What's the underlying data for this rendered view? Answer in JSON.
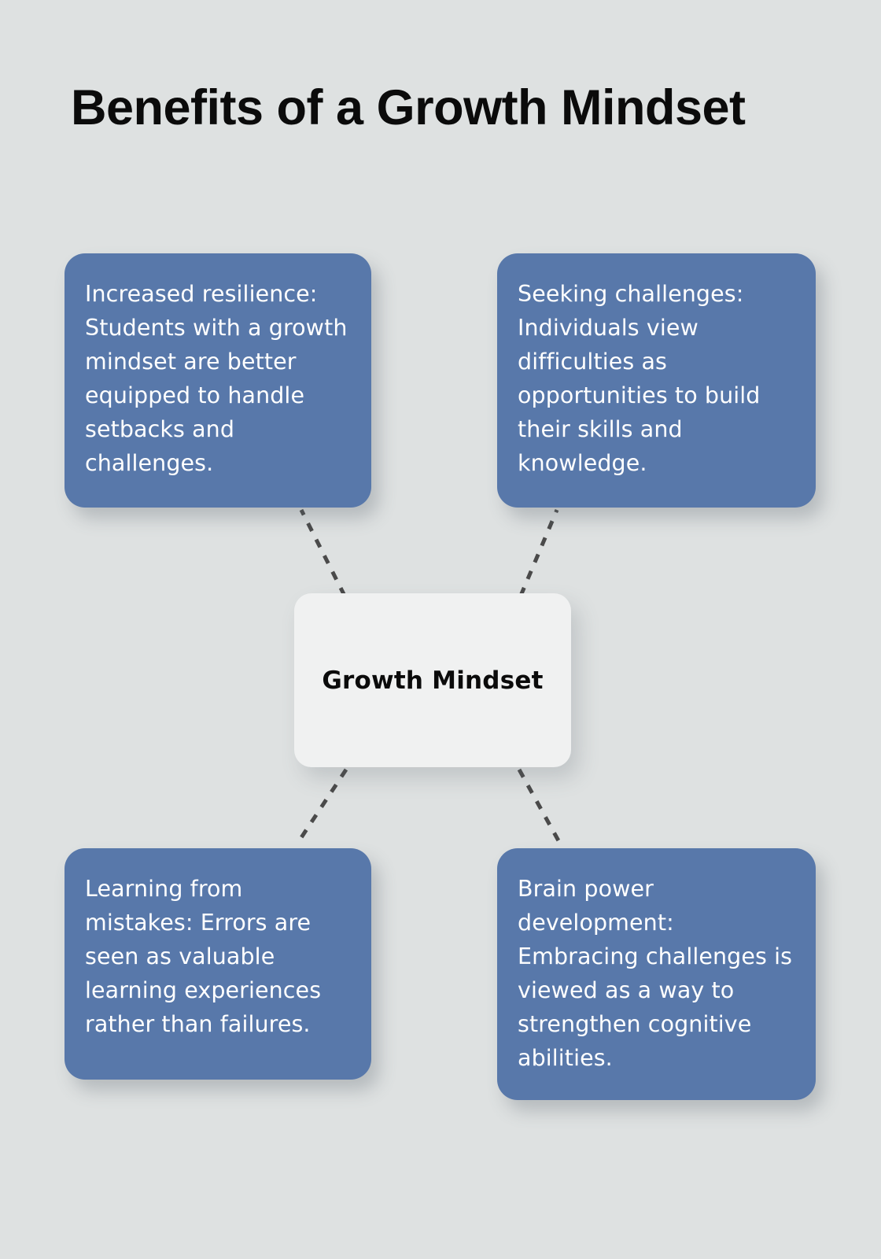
{
  "page": {
    "title": "Benefits of a Growth Mindset",
    "background_color": "#dee1e1"
  },
  "center": {
    "label": "Growth Mindset",
    "background_color": "#f0f1f1",
    "text_color": "#0b0b0b"
  },
  "style": {
    "card_color": "#5878aa",
    "card_text_color": "#ffffff",
    "connector_color": "#4a4a4a",
    "title_color": "#0b0b0b"
  },
  "cards": [
    {
      "id": "top-left",
      "text": "Increased resilience: Students with a growth mindset are better equipped to handle setbacks and challenges."
    },
    {
      "id": "top-right",
      "text": "Seeking challenges: Individuals view difficulties as opportunities to build their skills and knowledge."
    },
    {
      "id": "bottom-left",
      "text": "Learning from mistakes: Errors are seen as valuable learning experiences rather than failures."
    },
    {
      "id": "bottom-right",
      "text": "Brain power development: Embracing challenges is viewed as a way to strengthen cognitive abilities."
    }
  ],
  "connectors": [
    {
      "from": "center",
      "to": "top-left",
      "style": "dashed"
    },
    {
      "from": "center",
      "to": "top-right",
      "style": "dashed"
    },
    {
      "from": "center",
      "to": "bottom-left",
      "style": "dashed"
    },
    {
      "from": "center",
      "to": "bottom-right",
      "style": "dashed"
    }
  ]
}
